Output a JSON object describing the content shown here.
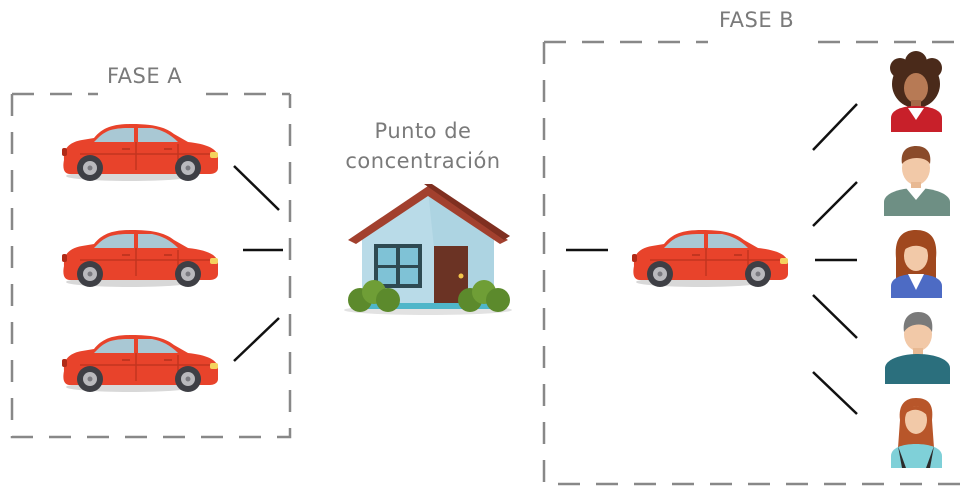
{
  "diagram": {
    "phase_a": {
      "label": "FASE A"
    },
    "phase_b": {
      "label": "FASE B"
    },
    "hub": {
      "line1": "Punto de",
      "line2": "concentración"
    }
  },
  "colors": {
    "car_body": "#e8432b",
    "car_shadow": "#c23520",
    "window": "#a9c8d4",
    "wheel": "#3e3f45",
    "dash": "#888888",
    "line": "#111111",
    "house_wall": "#b9dbe8",
    "house_roof": "#a2402e",
    "bush": "#5c8a2c"
  }
}
